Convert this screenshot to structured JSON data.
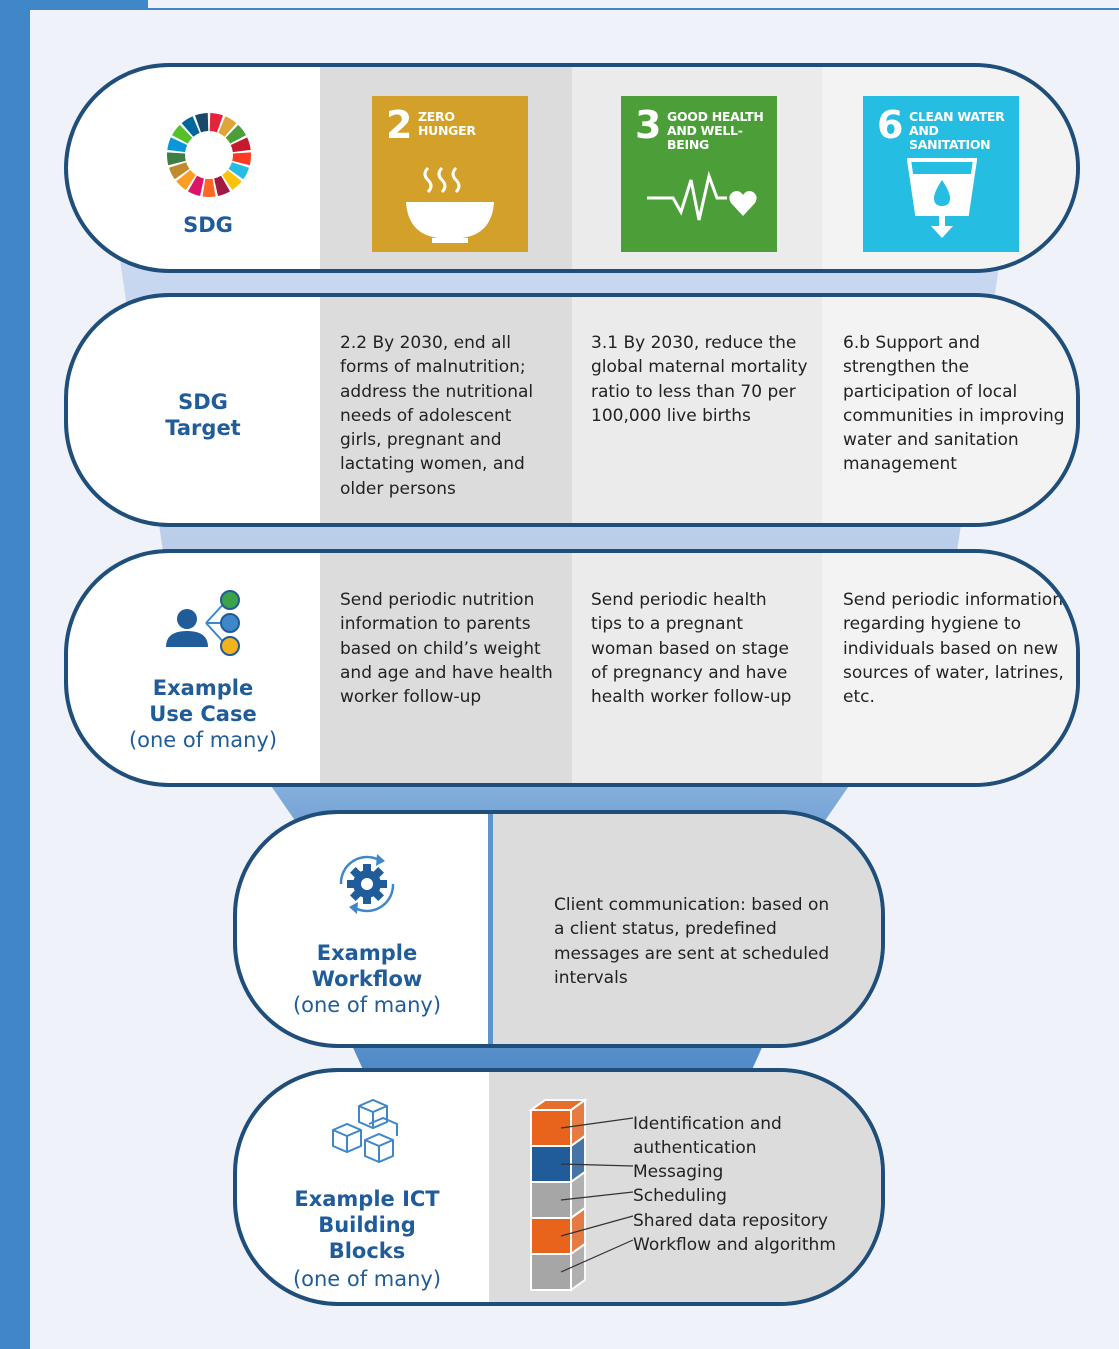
{
  "rows": {
    "sdg": {
      "label": "SDG"
    },
    "target": {
      "label": "SDG Target"
    },
    "use_case": {
      "label": "Example Use Case",
      "sub": "(one of many)"
    },
    "workflow": {
      "label": "Example Workflow",
      "sub": "(one of many)"
    },
    "building_blocks": {
      "label": "Example ICT Building Blocks",
      "sub": "(one of many)"
    }
  },
  "sdgs": [
    {
      "number": "2",
      "title_line1": "ZERO",
      "title_line2": "HUNGER",
      "color": "#d3a029"
    },
    {
      "number": "3",
      "title_line1": "GOOD HEALTH",
      "title_line2": "AND WELL-BEING",
      "color": "#4c9f38"
    },
    {
      "number": "6",
      "title_line1": "CLEAN WATER",
      "title_line2": "AND SANITATION",
      "color": "#26bde2"
    }
  ],
  "targets": [
    "2.2 By 2030, end all forms of malnutrition; address the nutritional needs of adolescent girls, pregnant and lactating women, and older persons",
    "3.1 By 2030, reduce the global maternal mortality ratio to less than 70 per 100,000 live births",
    "6.b Support and strengthen the participation of local communities in improving water and sanitation management"
  ],
  "use_cases": [
    "Send periodic nutrition information to parents based on child’s weight and age and have health worker follow-up",
    "Send periodic health tips to a pregnant woman based on stage of pregnancy and have health worker follow-up",
    "Send periodic information regarding hygiene to individuals based on new sources of water, latrines, etc."
  ],
  "workflow_text": "Client communication: based on a client status, predefined messages are sent at scheduled intervals",
  "building_blocks": [
    {
      "line1": "Identification and",
      "line2": "authentication",
      "color": "#e8641c"
    },
    {
      "line1": "Messaging",
      "line2": "",
      "color": "#1f5c99"
    },
    {
      "line1": "Scheduling",
      "line2": "",
      "color": "#a6a6a6"
    },
    {
      "line1": "Shared data repository",
      "line2": "",
      "color": "#e8641c"
    },
    {
      "line1": "Workflow and algorithm",
      "line2": "",
      "color": "#a6a6a6"
    }
  ],
  "colors": {
    "navy": "#1e4e79",
    "label_blue": "#1f5c99",
    "accent_blue": "#3f87c8",
    "funnel": "#c4d4ee"
  }
}
